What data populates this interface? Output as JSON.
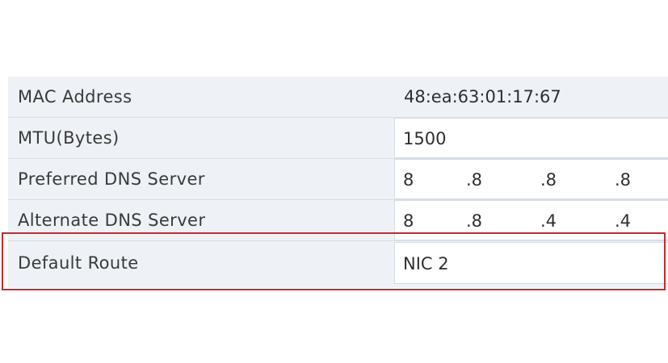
{
  "network_settings": {
    "rows": [
      {
        "label": "MAC Address",
        "value": "48:ea:63:01:17:67"
      },
      {
        "label": "MTU(Bytes)",
        "value": "1500"
      },
      {
        "label": "Preferred DNS Server",
        "octets": [
          "8",
          ".8",
          ".8",
          ".8"
        ]
      },
      {
        "label": "Alternate DNS Server",
        "octets": [
          "8",
          ".8",
          ".4",
          ".4"
        ]
      },
      {
        "label": "Default Route",
        "value": "NIC 2"
      }
    ]
  },
  "colors": {
    "highlight_border": "#c8282e",
    "panel_background": "#eef1f6"
  }
}
